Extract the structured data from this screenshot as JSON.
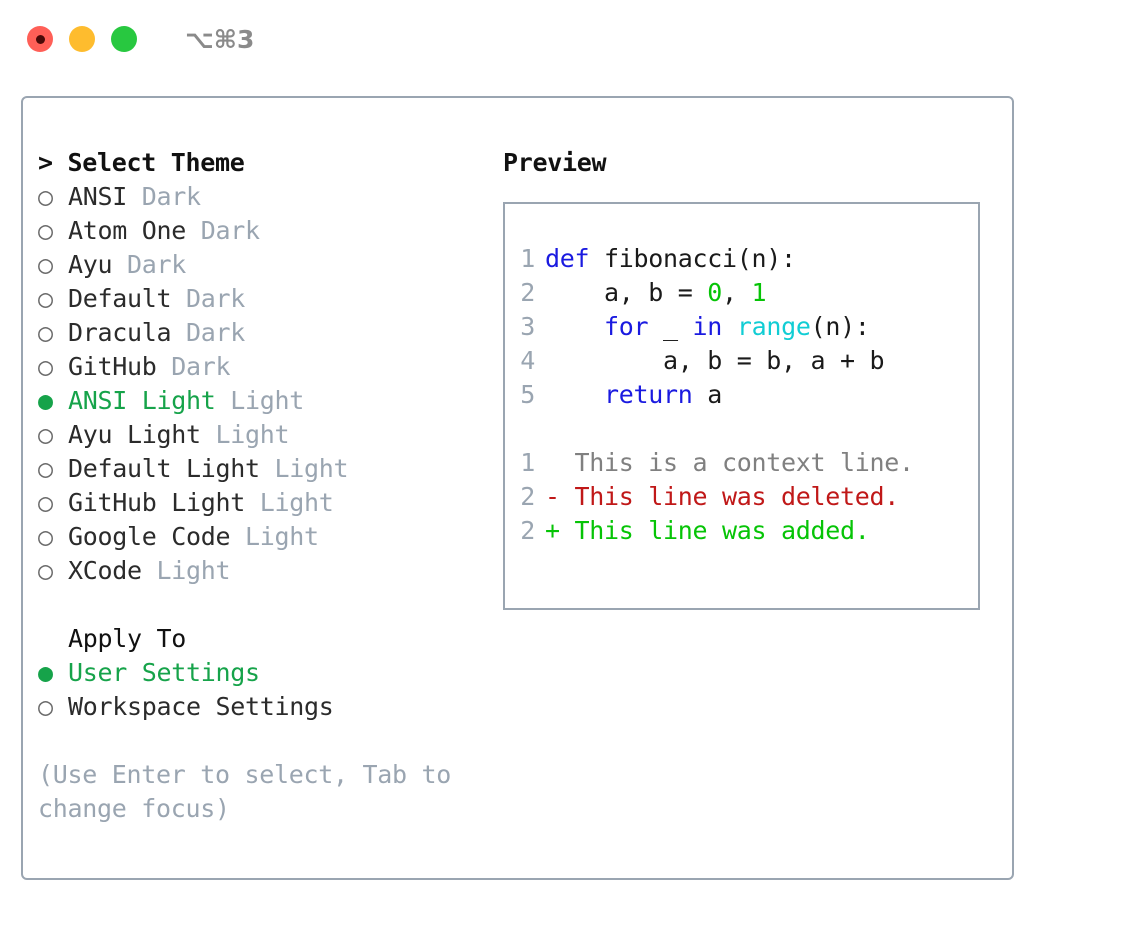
{
  "titlebar": {
    "shortcut": "⌥⌘3",
    "buttons": [
      {
        "name": "close",
        "color": "#ff5f57"
      },
      {
        "name": "minimize",
        "color": "#febc2e"
      },
      {
        "name": "maximize",
        "color": "#28c840"
      }
    ]
  },
  "theme_list": {
    "prompt": ">",
    "header": "Select Theme",
    "items": [
      {
        "bullet": "○",
        "name": "ANSI",
        "tag": "Dark",
        "selected": false
      },
      {
        "bullet": "○",
        "name": "Atom One",
        "tag": "Dark",
        "selected": false
      },
      {
        "bullet": "○",
        "name": "Ayu",
        "tag": "Dark",
        "selected": false
      },
      {
        "bullet": "○",
        "name": "Default",
        "tag": "Dark",
        "selected": false
      },
      {
        "bullet": "○",
        "name": "Dracula",
        "tag": "Dark",
        "selected": false
      },
      {
        "bullet": "○",
        "name": "GitHub",
        "tag": "Dark",
        "selected": false
      },
      {
        "bullet": "●",
        "name": "ANSI Light",
        "tag": "Light",
        "selected": true
      },
      {
        "bullet": "○",
        "name": "Ayu Light",
        "tag": "Light",
        "selected": false
      },
      {
        "bullet": "○",
        "name": "Default Light",
        "tag": "Light",
        "selected": false
      },
      {
        "bullet": "○",
        "name": "GitHub Light",
        "tag": "Light",
        "selected": false
      },
      {
        "bullet": "○",
        "name": "Google Code",
        "tag": "Light",
        "selected": false
      },
      {
        "bullet": "○",
        "name": "XCode",
        "tag": "Light",
        "selected": false
      }
    ]
  },
  "apply_to": {
    "label": "Apply To",
    "items": [
      {
        "bullet": "●",
        "name": "User Settings",
        "selected": true
      },
      {
        "bullet": "○",
        "name": "Workspace Settings",
        "selected": false
      }
    ]
  },
  "hint": "(Use Enter to select, Tab to change focus)",
  "preview": {
    "title": "Preview",
    "code_lines": [
      {
        "ln": "1",
        "tokens": [
          {
            "t": "def",
            "c": "kw"
          },
          {
            "t": " fibonacci(n):",
            "c": "plain"
          }
        ]
      },
      {
        "ln": "2",
        "tokens": [
          {
            "t": "    a, b = ",
            "c": "plain"
          },
          {
            "t": "0",
            "c": "num"
          },
          {
            "t": ", ",
            "c": "plain"
          },
          {
            "t": "1",
            "c": "num"
          }
        ]
      },
      {
        "ln": "3",
        "tokens": [
          {
            "t": "    ",
            "c": "plain"
          },
          {
            "t": "for",
            "c": "kw"
          },
          {
            "t": " _ ",
            "c": "plain"
          },
          {
            "t": "in",
            "c": "kw"
          },
          {
            "t": " ",
            "c": "plain"
          },
          {
            "t": "range",
            "c": "fn"
          },
          {
            "t": "(n):",
            "c": "plain"
          }
        ]
      },
      {
        "ln": "4",
        "tokens": [
          {
            "t": "        a, b = b, a + b",
            "c": "plain"
          }
        ]
      },
      {
        "ln": "5",
        "tokens": [
          {
            "t": "    ",
            "c": "plain"
          },
          {
            "t": "return",
            "c": "kw"
          },
          {
            "t": " a",
            "c": "plain"
          }
        ]
      }
    ],
    "diff_lines": [
      {
        "ln": "1",
        "marker": " ",
        "text": "This is a context line.",
        "kind": "ctx"
      },
      {
        "ln": "2",
        "marker": "-",
        "text": "This line was deleted.",
        "kind": "del"
      },
      {
        "ln": "2",
        "marker": "+",
        "text": "This line was added.",
        "kind": "add"
      }
    ]
  },
  "colors": {
    "accent_green": "#16a34a",
    "muted": "#9aa5b1",
    "keyword_blue": "#1a1ae0",
    "function_cyan": "#11cdd4",
    "number_green": "#06c406",
    "diff_delete_red": "#c01818",
    "diff_add_green": "#06c406",
    "context_gray": "#808080",
    "border": "#9aa5b1"
  }
}
